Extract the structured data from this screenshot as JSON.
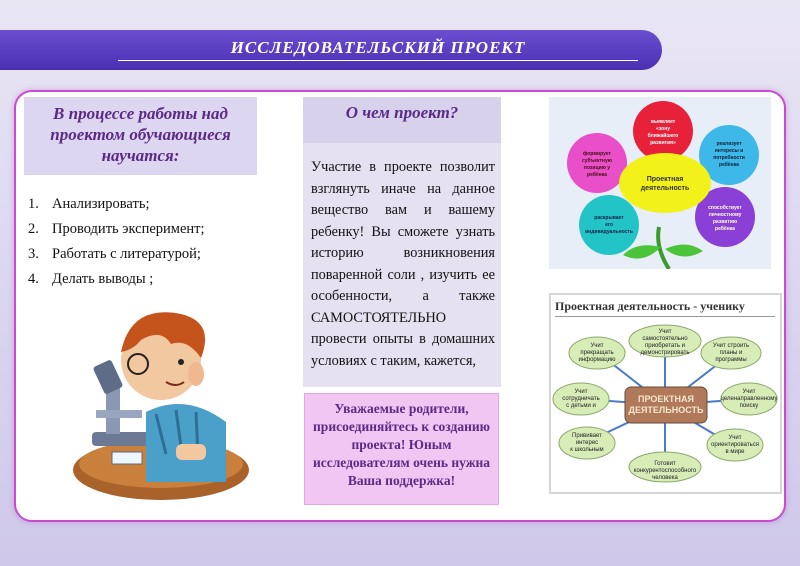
{
  "header": {
    "title": "ИССЛЕДОВАТЕЛЬСКИЙ ПРОЕКТ"
  },
  "left": {
    "heading": "В процессе работы над проектом обучающиеся научатся:",
    "skills": [
      {
        "num": "1.",
        "text": "Анализировать;"
      },
      {
        "num": "2.",
        "text": "Проводить эксперимент;"
      },
      {
        "num": "3.",
        "text": "Работать с литературой;"
      },
      {
        "num": "4.",
        "text": "Делать выводы ;"
      }
    ]
  },
  "middle": {
    "heading": "О чем проект?",
    "body": "Участие в проекте позволит взглянуть иначе на данное вещество вам и вашему ребенку! Вы сможете узнать историю возникновения поваренной соли , изучить ее особенности, а также САМОСТОЯТЕЛЬНО провести опыты в домашних условиях с таким, кажется,",
    "parents": "Уважаемые родители, присоединяйтесь к созданию проекта! Юным исследователям очень нужна Ваша поддержка!"
  },
  "flower": {
    "center": "Проектная деятельность",
    "petals": [
      {
        "text": "выявляет «зону ближайшего развития»",
        "color": "#e8213a"
      },
      {
        "text": "реализует интересы и потребности ребёнка",
        "color": "#3db8e8"
      },
      {
        "text": "способствует личностному развитию ребёнка",
        "color": "#8a3fd6"
      },
      {
        "text": "раскрывает его индивидуальность",
        "color": "#22c4c8"
      },
      {
        "text": "формирует субъектную позицию у ребёнка",
        "color": "#e84fc8"
      }
    ],
    "center_color": "#f2f21a"
  },
  "scheme": {
    "title": "Проектная деятельность - ученику",
    "center": "ПРОЕКТНАЯ ДЕЯТЕЛЬНОСТЬ",
    "nodes": [
      "Учит самостоятельно приобретать и демонстрировать свои знания",
      "Учит строить планы и программы",
      "Учит целенаправленному поиску информации",
      "Учит ориентироваться в мире информации",
      "Готовит конкурентоспособного человека",
      "Прививает интерес к школьным предметам",
      "Учит сотрудничать с детьми и взрослыми",
      "Учит прекращать информацию в знания"
    ]
  }
}
